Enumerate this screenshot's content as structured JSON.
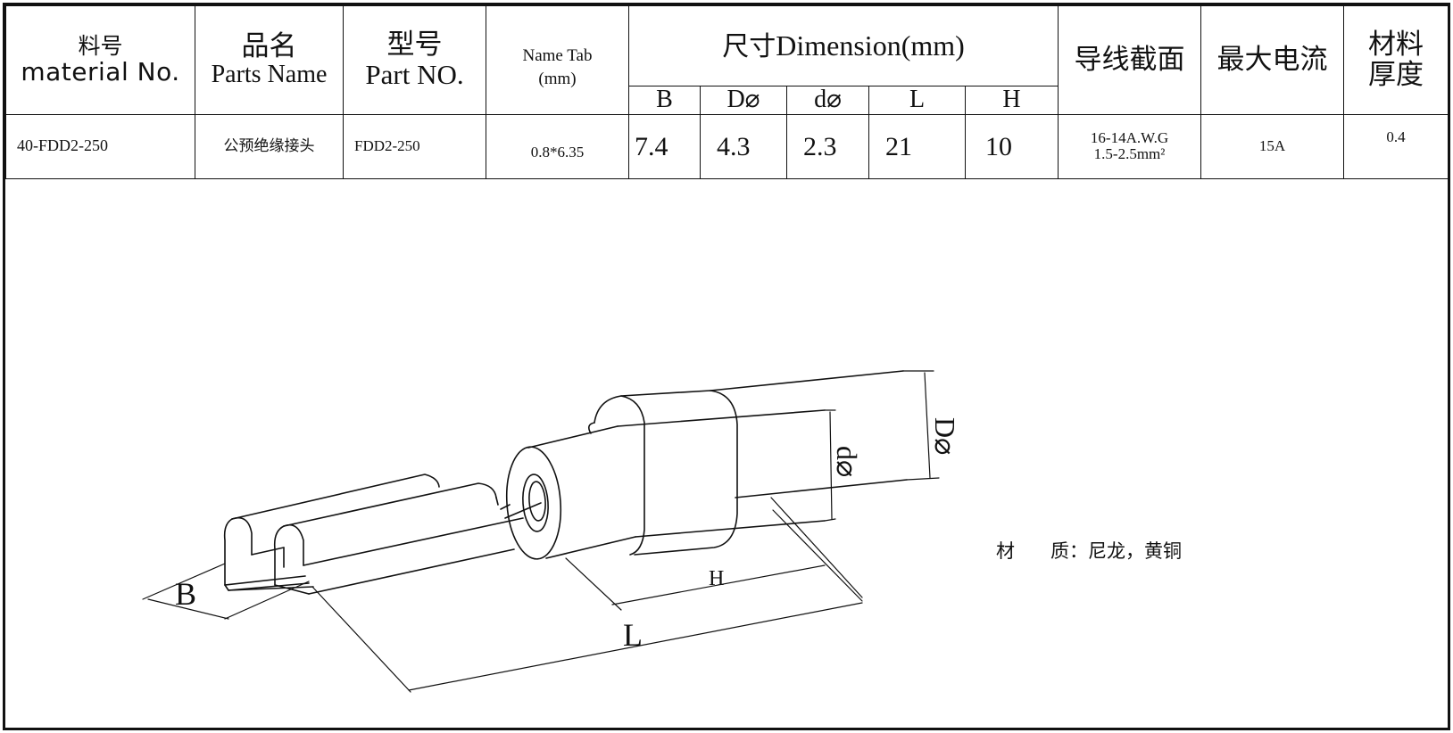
{
  "header": {
    "material_no_cn": "料号",
    "material_no_en": "material No.",
    "parts_name_cn": "品名",
    "parts_name_en": "Parts Name",
    "part_no_cn": "型号",
    "part_no_en": "Part NO.",
    "name_tab": "Name Tab",
    "name_tab_unit": "(mm)",
    "dimension_cn": "尺寸",
    "dimension_en": "Dimension(mm)",
    "dim_cols": [
      "B",
      "D⌀",
      "d⌀",
      "L",
      "H"
    ],
    "wire_section": "导线截面",
    "max_current": "最大电流",
    "material_thickness_line1": "材料",
    "material_thickness_line2": "厚度"
  },
  "row": {
    "material_no": "40-FDD2-250",
    "parts_name": "公预绝缘接头",
    "part_no": "FDD2-250",
    "name_tab": "0.8*6.35",
    "dims": [
      "7.4",
      "4.3",
      "2.3",
      "21",
      "10"
    ],
    "wire_section_line1": "16-14A.W.G",
    "wire_section_line2": "1.5-2.5mm²",
    "max_current": "15A",
    "thickness": "0.4"
  },
  "drawing_labels": {
    "B": "B",
    "L": "L",
    "H": "H",
    "d": "d⌀",
    "D": "D⌀"
  },
  "material_note": "材      质：尼龙，黄铜",
  "colors": {
    "ink": "#111111",
    "paper": "#ffffff"
  }
}
